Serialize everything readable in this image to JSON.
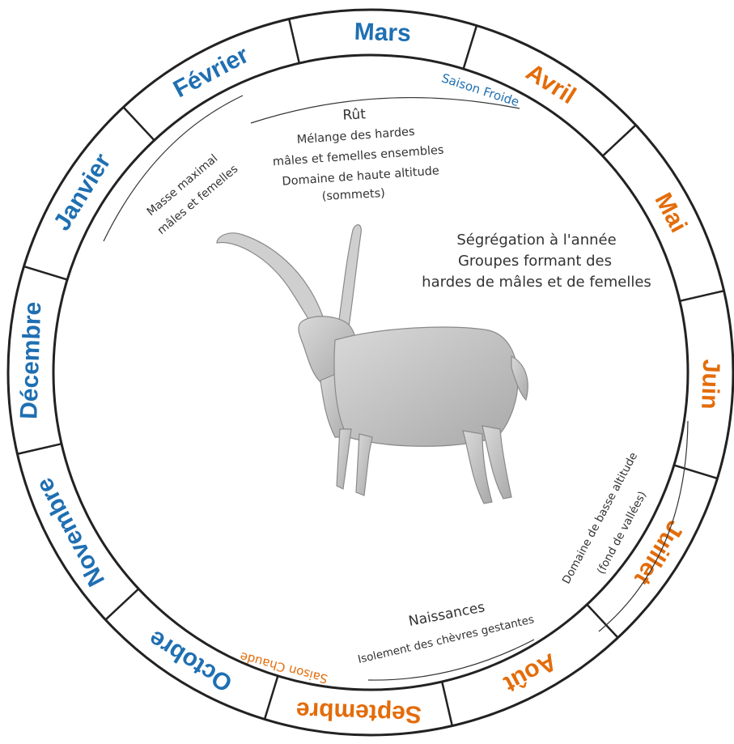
{
  "colors": {
    "cold": "#1f6fb2",
    "warm": "#e36c0a",
    "ring": "#222222",
    "text": "#333333",
    "ibex": "#9a9a9a"
  },
  "months": [
    {
      "name": "Janvier",
      "season": "cold"
    },
    {
      "name": "Février",
      "season": "cold"
    },
    {
      "name": "Mars",
      "season": "cold"
    },
    {
      "name": "Avril",
      "season": "warm"
    },
    {
      "name": "Mai",
      "season": "warm"
    },
    {
      "name": "Juin",
      "season": "warm"
    },
    {
      "name": "Juillet",
      "season": "warm"
    },
    {
      "name": "Août",
      "season": "warm"
    },
    {
      "name": "Septembre",
      "season": "warm"
    },
    {
      "name": "Octobre",
      "season": "cold"
    },
    {
      "name": "Novembre",
      "season": "cold"
    },
    {
      "name": "Décembre",
      "season": "cold"
    }
  ],
  "seasons": {
    "cold": "Saison Froide",
    "warm": "Saison Chaude"
  },
  "rut": {
    "title": "Rût",
    "lines": [
      "Mélange des hardes",
      "mâles et femelles ensembles",
      "Domaine de haute altitude",
      "(sommets)"
    ]
  },
  "mass": {
    "lines": [
      "Masse maximal",
      "mâles et femelles"
    ]
  },
  "segregation": {
    "lines": [
      "Ségrégation à l'année",
      "Groupes formant des",
      "hardes de mâles et de femelles"
    ]
  },
  "births": {
    "title": "Naissances",
    "subtitle": "Isolement des chèvres gestantes"
  },
  "low_altitude": {
    "lines": [
      "Domaine de basse altitude",
      "(fond de vallées)"
    ]
  },
  "illustration": {
    "icon": "ibex-icon"
  }
}
